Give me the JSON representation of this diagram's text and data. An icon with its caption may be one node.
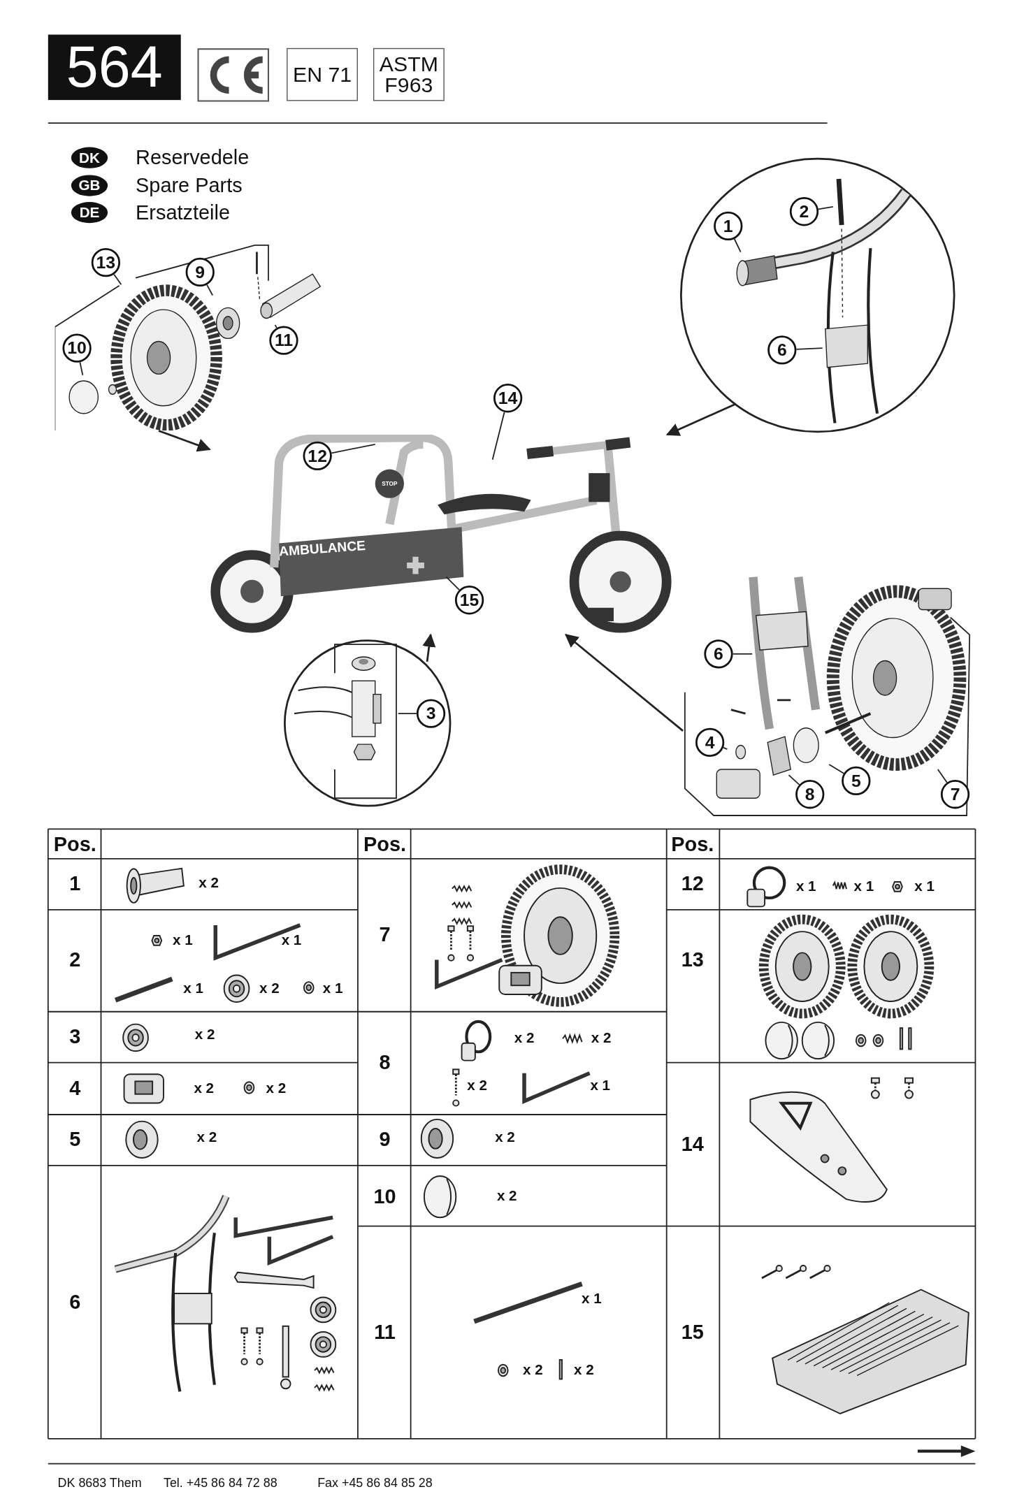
{
  "diagram": {
    "title": "564",
    "nodes": [
      {
        "text": [],
        "shape": "picture"
      },
      {
        "text": [],
        "shape": "picture"
      },
      {
        "text": [],
        "shape": "circle"
      },
      {
        "text": [],
        "shape": "circle"
      },
      {
        "text": [],
        "shape": "picture"
      },
      {
        "text": [
          "13"
        ],
        "in": 1
      },
      {
        "text": [
          "9"
        ],
        "in": 1
      },
      {
        "text": [
          "11"
        ],
        "in": 1
      },
      {
        "text": [
          "10"
        ],
        "in": 1
      },
      {
        "text": [
          "12"
        ],
        "in": 0
      },
      {
        "text": [
          "14"
        ]
      },
      {
        "text": [
          "15"
        ],
        "in": 0
      },
      {
        "text": [
          "1"
        ],
        "in": 2
      },
      {
        "text": [
          "2"
        ],
        "in": 2
      },
      {
        "text": [
          "6"
        ],
        "in": 2
      },
      {
        "text": [
          "3"
        ],
        "in": 3
      },
      {
        "text": [
          "6"
        ],
        "in": 4
      },
      {
        "text": [
          "4"
        ],
        "in": 4
      },
      {
        "text": [
          "8"
        ],
        "in": 4
      },
      {
        "text": [
          "5"
        ],
        "in": 4
      },
      {
        "text": [
          "7"
        ],
        "in": 4
      }
    ],
    "edges": [
      {
        "from": 1,
        "to": 0,
        "arrow": "to"
      },
      {
        "from": 2,
        "to": 0,
        "arrow": "to"
      },
      {
        "from": 3,
        "to": 0,
        "arrow": "to"
      },
      {
        "from": 4,
        "to": 0,
        "arrow": "to"
      },
      {
        "from": 5,
        "to": null,
        "arrow": "none"
      },
      {
        "from": 6,
        "to": null,
        "arrow": "none"
      },
      {
        "from": 7,
        "to": null,
        "arrow": "none"
      },
      {
        "from": 8,
        "to": null,
        "arrow": "none"
      },
      {
        "from": 9,
        "to": null,
        "arrow": "none"
      },
      {
        "from": 10,
        "to": null,
        "arrow": "none"
      },
      {
        "from": 11,
        "to": null,
        "arrow": "none"
      },
      {
        "from": 12,
        "to": null,
        "arrow": "none"
      },
      {
        "from": 13,
        "to": null,
        "arrow": "none"
      },
      {
        "from": 14,
        "to": null,
        "arrow": "none"
      },
      {
        "from": 15,
        "to": null,
        "arrow": "none"
      },
      {
        "from": 16,
        "to": null,
        "arrow": "none"
      },
      {
        "from": 17,
        "to": null,
        "arrow": "none"
      },
      {
        "from": 18,
        "to": null,
        "arrow": "none"
      },
      {
        "from": 19,
        "to": null,
        "arrow": "none"
      },
      {
        "from": 20,
        "to": null,
        "arrow": "none"
      }
    ],
    "labels": [
      "EN 71",
      "ASTM F963",
      "DK",
      "Reservedele",
      "GB",
      "Spare Parts",
      "DE",
      "Ersatzteile",
      "AMBULANCE",
      "STOP",
      "Pos.",
      "Pos.",
      "Pos.",
      "1",
      "x 2",
      "7",
      "12",
      "x 1",
      "x 1",
      "x 1",
      "2",
      "x 1",
      "x 1",
      "x 1",
      "x 2",
      "x 1",
      "13",
      "3",
      "x 2",
      "8",
      "x 2",
      "x 2",
      "4",
      "x 2",
      "x 2",
      "x 2",
      "x 1",
      "5",
      "x 2",
      "9",
      "x 2",
      "14",
      "6",
      "10",
      "x 2",
      "11",
      "x 1",
      "x 2",
      "x 2",
      "15",
      "DK 8683 Them",
      "Tel. +45 86 84 72 88",
      "Fax +45 86 84 85 28"
    ]
  }
}
